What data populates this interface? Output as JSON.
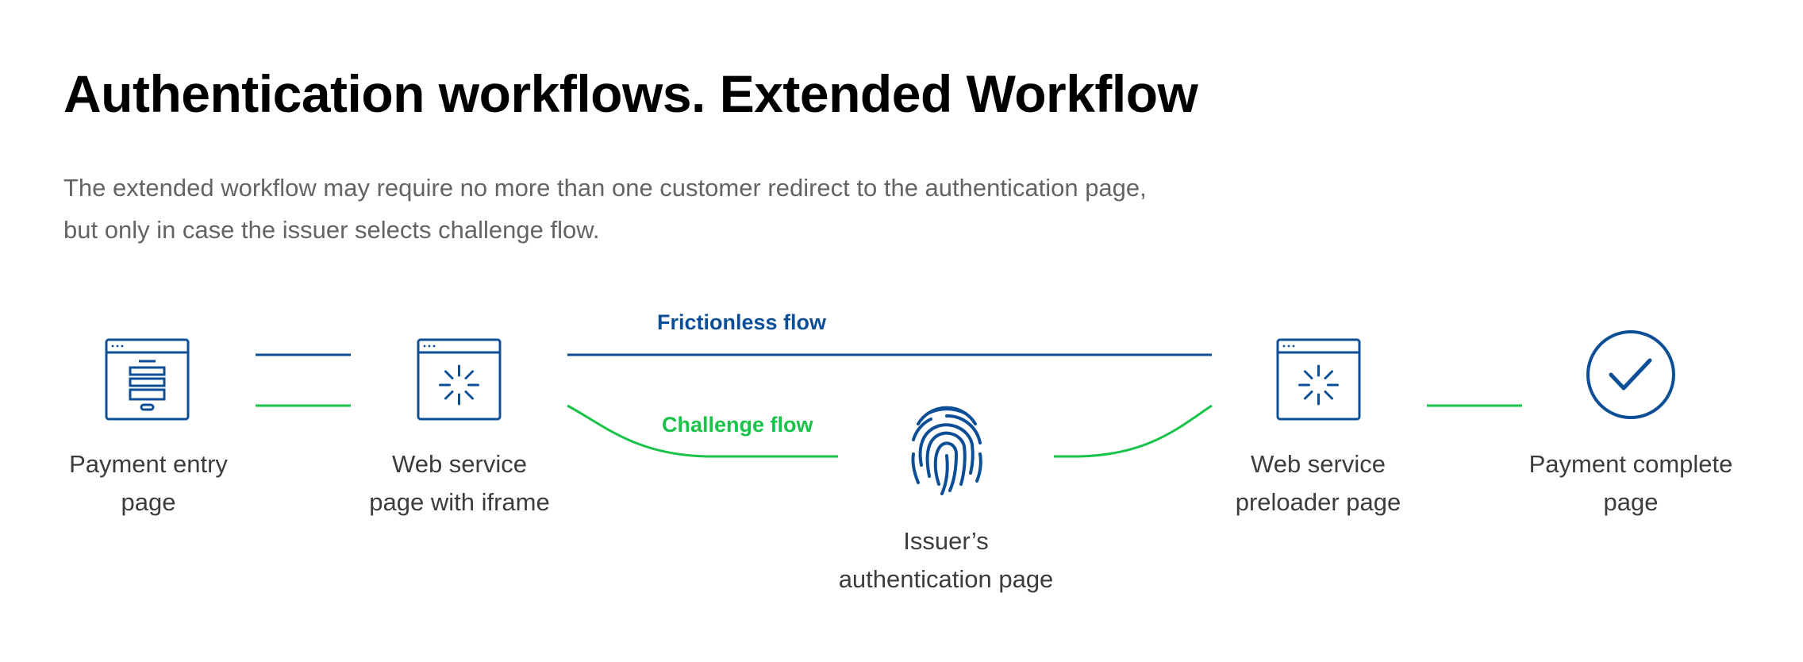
{
  "title": "Authentication workflows. Extended Workflow",
  "description": {
    "line1": "The extended workflow may require no more than one customer redirect to the authentication page,",
    "line2": "but only in case the issuer selects challenge flow."
  },
  "colors": {
    "frictionless": "#0c4f96",
    "challenge": "#19c34a",
    "icon": "#0c4f96"
  },
  "flows": {
    "frictionless": "Frictionless flow",
    "challenge": "Challenge flow"
  },
  "steps": [
    {
      "icon": "payment-form-window-icon",
      "line1": "Payment entry",
      "line2": "page"
    },
    {
      "icon": "loading-window-icon",
      "line1": "Web service",
      "line2": "page with iframe"
    },
    {
      "icon": "fingerprint-icon",
      "line1": "Issuer’s",
      "line2": "authentication page"
    },
    {
      "icon": "loading-window-icon",
      "line1": "Web service",
      "line2": "preloader page"
    },
    {
      "icon": "checkmark-circle-icon",
      "line1": "Payment complete",
      "line2": "page"
    }
  ]
}
